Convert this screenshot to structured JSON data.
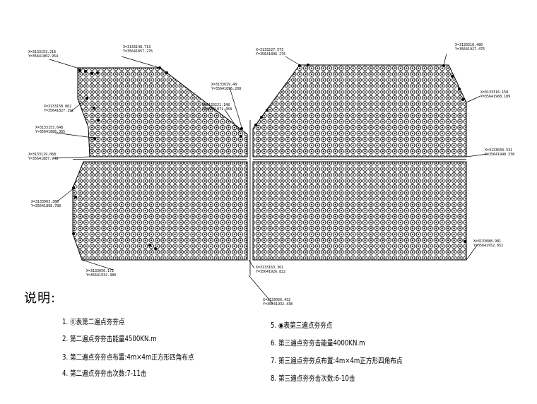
{
  "notes": {
    "title": "说明:",
    "items": [
      "1. ⓪表第二遍点夯夯点",
      "2. 第二遍点夯夯击能量4500KN.m",
      "3. 第二遍点夯夯点布置:4m×4m正方形四角布点",
      "4. 第二遍点夯夯击次数:7-11击",
      "5. ◉表第三遍点夯夯点",
      "6. 第三遍点夯夯击能量4000KN.m",
      "7. 第三遍点夯夯点布置:4m×4m正方形四角布点",
      "8. 第三遍点夯夯击次数:6-10击"
    ]
  },
  "coordinates": [
    {
      "x": "X=3133153.216",
      "y": "Y=35641802.954"
    },
    {
      "x": "X=3133148.713",
      "y": "Y=35641857.276"
    },
    {
      "x": "X=3133227.573",
      "y": "Y=35641896.276"
    },
    {
      "x": "X=3133318.480",
      "y": "Y=35641927.475"
    },
    {
      "x": "X=3133158.862",
      "y": "Y=35641827.192"
    },
    {
      "x": "X=3133029.48",
      "y": "Y=35641896.208"
    },
    {
      "x": "X=3133221.148",
      "y": "Y=35641871.458"
    },
    {
      "x": "X=3133316.158",
      "y": "Y=35641968.189"
    },
    {
      "x": "X=3133153.648",
      "y": "Y=35641886.365"
    },
    {
      "x": "X=3133129.068",
      "y": "Y=35641887.948"
    },
    {
      "x": "X=3133033.531",
      "y": "Y=35641948.338"
    },
    {
      "x": "X=3133003.365",
      "y": "Y=35641898.788"
    },
    {
      "x": "X=3133088.981",
      "y": "Y=35641952.852"
    },
    {
      "x": "X=3133056.172",
      "y": "Y=35641932.480"
    },
    {
      "x": "X=3133163.361",
      "y": "Y=35641926.822"
    },
    {
      "x": "X=3133056.432",
      "y": "Y=35641932.438"
    }
  ],
  "colors": {
    "line": "#000000",
    "dot_fill": "#000000",
    "hatch": "#000000"
  }
}
